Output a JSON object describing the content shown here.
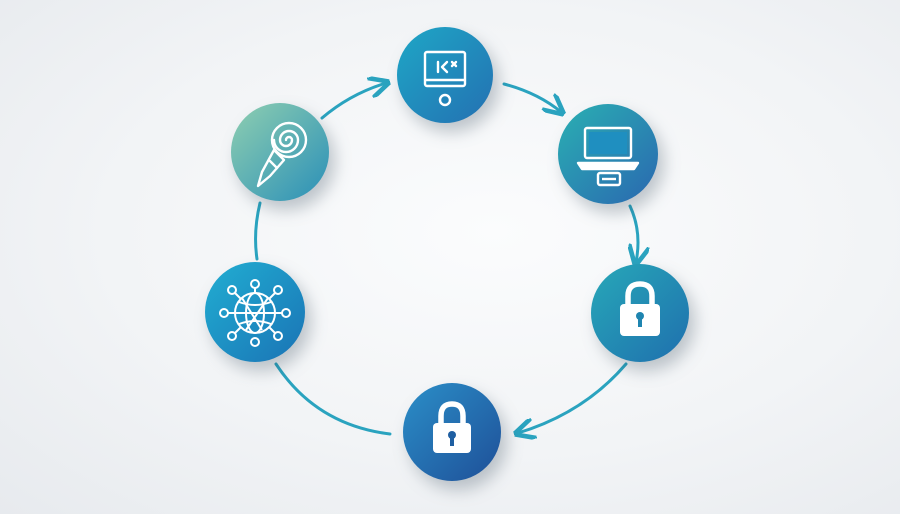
{
  "diagram": {
    "type": "cycle",
    "direction": "clockwise",
    "connector_color": "#2aa3bf",
    "nodes": [
      {
        "id": "document",
        "icon": "document-screen-icon",
        "colors": [
          "#1ea7c6",
          "#2470b2"
        ]
      },
      {
        "id": "laptop",
        "icon": "laptop-icon",
        "colors": [
          "#2ab0b3",
          "#2a67b0"
        ]
      },
      {
        "id": "lock-right",
        "icon": "padlock-icon",
        "colors": [
          "#27a8b8",
          "#1f6fae"
        ]
      },
      {
        "id": "lock-bottom",
        "icon": "padlock-icon",
        "colors": [
          "#2b8fc8",
          "#1e4f98"
        ]
      },
      {
        "id": "network",
        "icon": "network-globe-icon",
        "colors": [
          "#21aed2",
          "#1a73b5"
        ]
      },
      {
        "id": "idea",
        "icon": "spiral-pen-icon",
        "colors": [
          "#8fcfb0",
          "#2a8fb8"
        ]
      }
    ]
  }
}
